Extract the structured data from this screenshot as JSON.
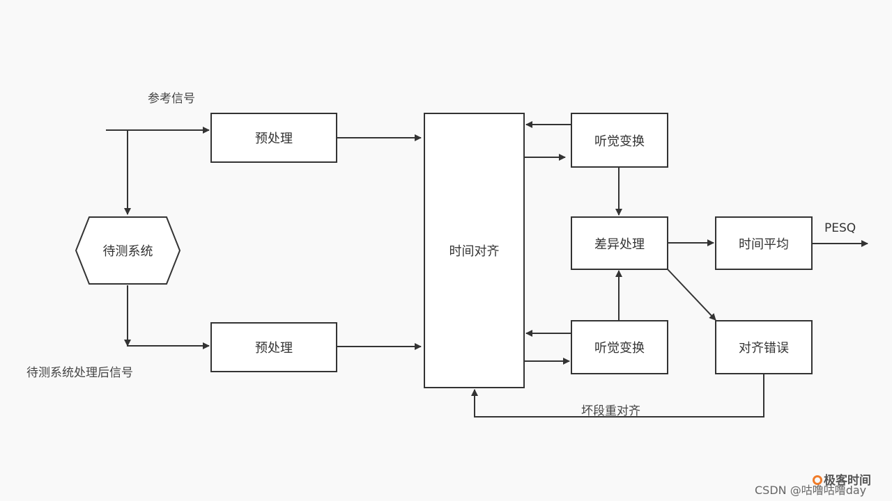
{
  "labels": {
    "reference_signal": "参考信号",
    "processed_signal": "待测系统处理后信号",
    "realign": "坏段重对齐",
    "pesq": "PESQ"
  },
  "nodes": {
    "preprocess_top": "预处理",
    "preprocess_bottom": "预处理",
    "system_under_test": "待测系统",
    "time_alignment": "时间对齐",
    "auditory_transform_top": "听觉变换",
    "auditory_transform_bottom": "听觉变换",
    "difference_processing": "差异处理",
    "time_average": "时间平均",
    "alignment_error": "对齐错误"
  },
  "watermark": {
    "brand": "极客时间",
    "credit": "CSDN @咕噜咕噜day"
  },
  "colors": {
    "line": "#333333",
    "background": "#f9f9f9",
    "brand": "#f07c2a"
  }
}
